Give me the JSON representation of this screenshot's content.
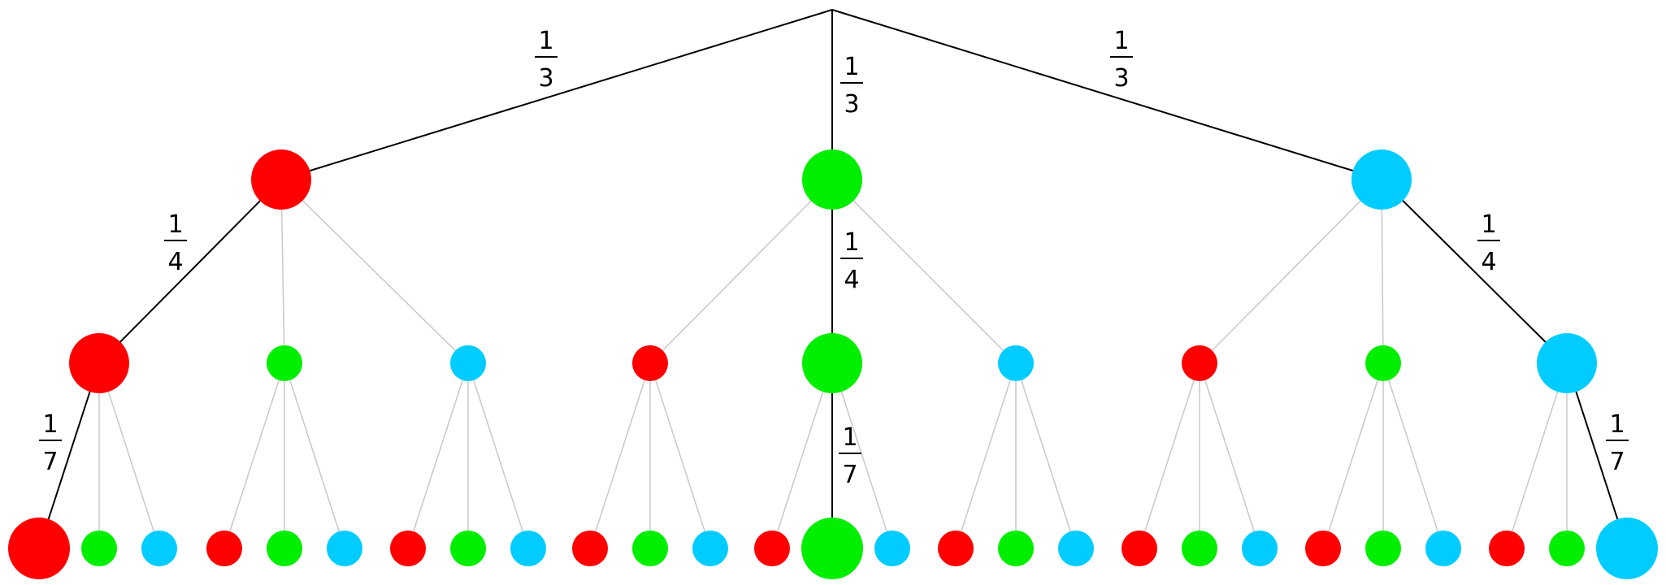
{
  "colors": {
    "red": "#ff0000",
    "green": "#00ee00",
    "blue": "#00ccff",
    "highlight_edge": "#000000",
    "other_edge": "#c8c8c8"
  },
  "tree": {
    "root_children": [
      "red",
      "green",
      "blue"
    ],
    "level2_pattern": [
      "red",
      "green",
      "blue"
    ],
    "level3_pattern": [
      "red",
      "green",
      "blue"
    ],
    "large_nodes": [
      "l1-red",
      "l1-green",
      "l1-blue",
      "l2-red-red",
      "l2-green-green",
      "l2-blue-blue",
      "l3-red-red-red",
      "l3-green-green-green",
      "l3-blue-blue-blue"
    ]
  },
  "edge_labels": {
    "l1_left": {
      "num": "1",
      "den": "3"
    },
    "l1_mid": {
      "num": "1",
      "den": "3"
    },
    "l1_right": {
      "num": "1",
      "den": "3"
    },
    "l2_left": {
      "num": "1",
      "den": "4"
    },
    "l2_mid": {
      "num": "1",
      "den": "4"
    },
    "l2_right": {
      "num": "1",
      "den": "4"
    },
    "l3_left": {
      "num": "1",
      "den": "7"
    },
    "l3_mid": {
      "num": "1",
      "den": "7"
    },
    "l3_right": {
      "num": "1",
      "den": "7"
    }
  }
}
